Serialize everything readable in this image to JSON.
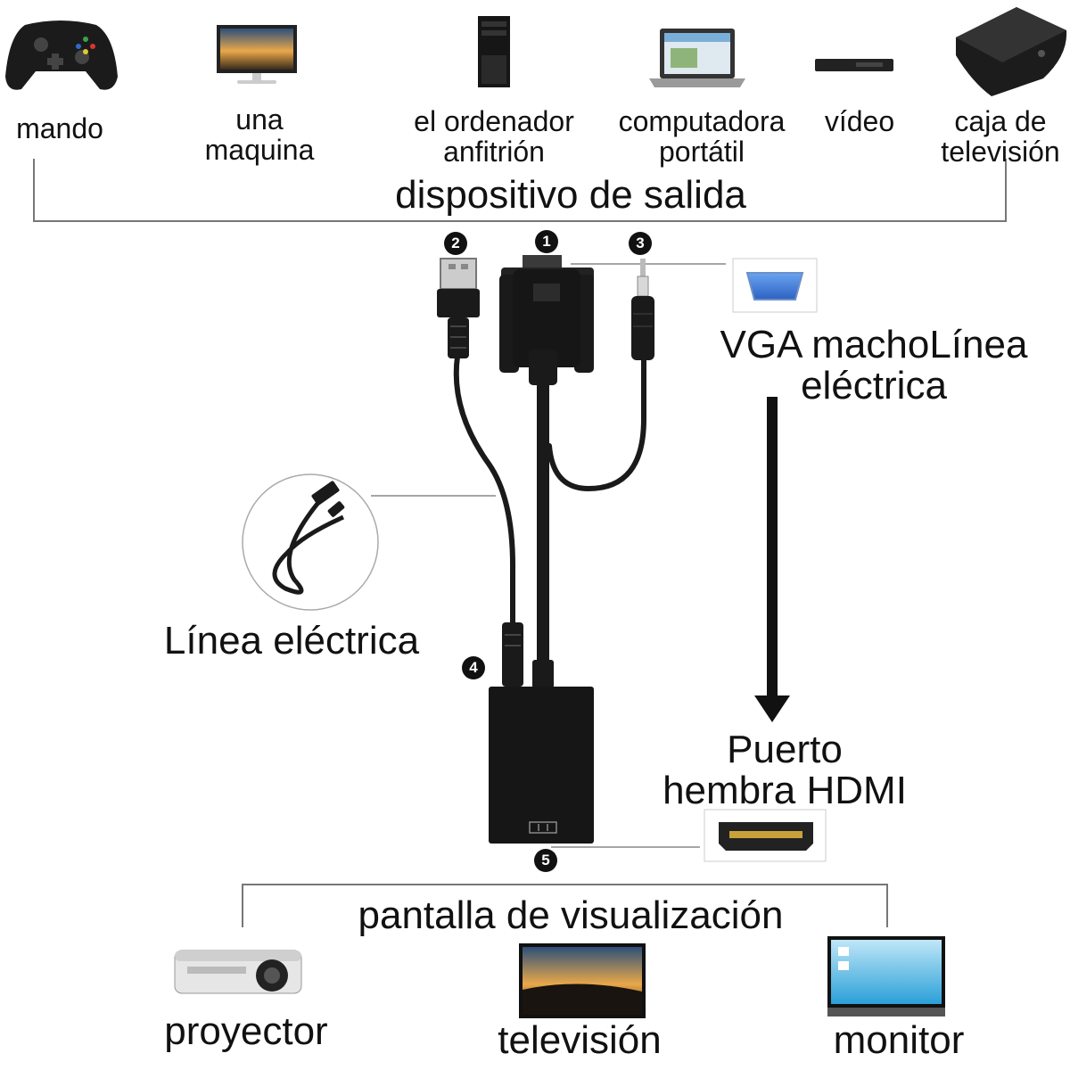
{
  "output_group": {
    "title": "dispositivo de salida",
    "devices": [
      {
        "label": "mando",
        "icon": "gamepad-icon"
      },
      {
        "label": "una\nmaquina",
        "icon": "desktop-monitor-icon"
      },
      {
        "label": "el ordenador\nanfitrión",
        "icon": "pc-tower-icon"
      },
      {
        "label": "computadora\nportátil",
        "icon": "laptop-icon"
      },
      {
        "label": "vídeo",
        "icon": "video-recorder-icon"
      },
      {
        "label": "caja de\ntelevisión",
        "icon": "tv-box-icon"
      }
    ]
  },
  "connectors": {
    "vga": {
      "badge": "1",
      "label": "VGA machoLínea\neléctrica",
      "icon": "vga-connector-icon"
    },
    "usb": {
      "badge": "2",
      "icon": "usb-plug-icon"
    },
    "audio": {
      "badge": "3",
      "icon": "audio-jack-icon"
    },
    "power": {
      "badge": "4",
      "label": "Línea eléctrica",
      "icon": "usb-cable-icon"
    },
    "hdmi": {
      "badge": "5",
      "label": "Puerto\nhembra HDMI",
      "icon": "hdmi-port-icon"
    }
  },
  "display_group": {
    "title": "pantalla de visualización",
    "devices": [
      {
        "label": "proyector",
        "icon": "projector-icon"
      },
      {
        "label": "televisión",
        "icon": "television-icon"
      },
      {
        "label": "monitor",
        "icon": "monitor-icon"
      }
    ]
  },
  "colors": {
    "cable": "#1a1a1a",
    "vga_blue": "#3a78d8",
    "line": "#777777"
  }
}
